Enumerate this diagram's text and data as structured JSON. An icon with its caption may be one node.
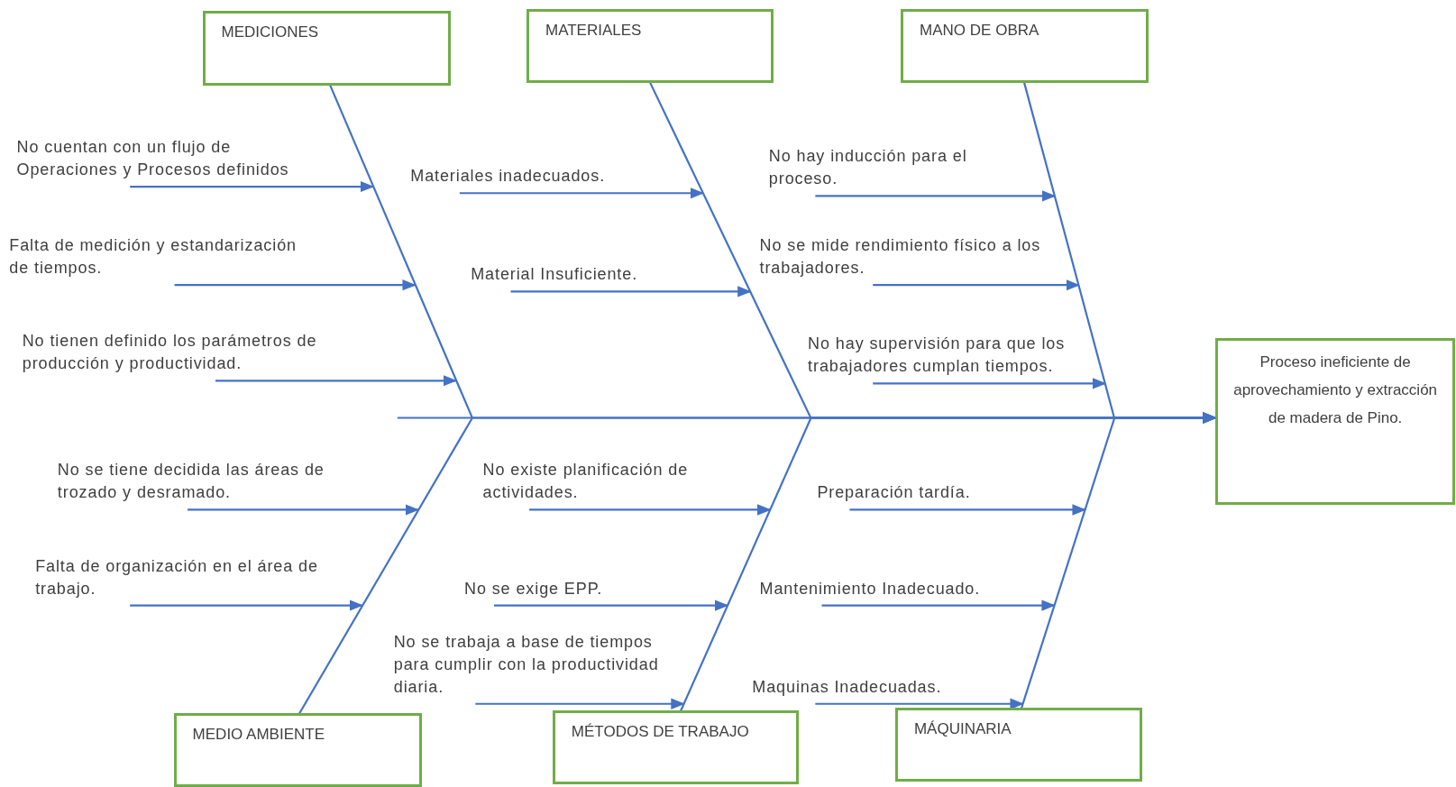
{
  "diagram": {
    "nodes": [
      {
        "text": [
          "MEDICIONES"
        ]
      },
      {
        "text": [
          "MATERIALES"
        ]
      },
      {
        "text": [
          "MANO DE OBRA"
        ]
      },
      {
        "text": [
          "Proceso ineficiente de aprovechamiento y extracción de madera de Pino."
        ]
      },
      {
        "text": [
          "MEDIO AMBIENTE"
        ]
      },
      {
        "text": [
          "MÉTODOS DE TRABAJO"
        ]
      },
      {
        "text": [
          "MÁQUINARIA"
        ]
      },
      {
        "text": [
          "No cuentan con un flujo de Operaciones y Procesos definidos"
        ]
      },
      {
        "text": [
          "Falta de medición y estandarización de tiempos."
        ]
      },
      {
        "text": [
          "No tienen definido los parámetros de producción y productividad."
        ]
      },
      {
        "text": [
          "Materiales inadecuados."
        ]
      },
      {
        "text": [
          "Material Insuficiente."
        ]
      },
      {
        "text": [
          "No hay inducción para el proceso."
        ]
      },
      {
        "text": [
          "No se mide rendimiento físico a los trabajadores."
        ]
      },
      {
        "text": [
          "No hay supervisión para que los trabajadores cumplan tiempos."
        ]
      },
      {
        "text": [
          "No se tiene decidida las áreas de trozado y desramado."
        ]
      },
      {
        "text": [
          "Falta de organización en el área de trabajo."
        ]
      },
      {
        "text": [
          "No existe planificación de actividades."
        ]
      },
      {
        "text": [
          "No se exige EPP."
        ]
      },
      {
        "text": [
          "No se trabaja a base de tiempos para cumplir con la productividad diaria."
        ]
      },
      {
        "text": [
          "Preparación tardía."
        ]
      },
      {
        "text": [
          "Mantenimiento Inadecuado."
        ]
      },
      {
        "text": [
          "Maquinas Inadecuadas."
        ]
      }
    ],
    "edges": [
      {
        "from": 0,
        "to": 3,
        "arrow": "to"
      },
      {
        "from": 1,
        "to": 3,
        "arrow": "to"
      },
      {
        "from": 2,
        "to": 3,
        "arrow": "to"
      },
      {
        "from": 4,
        "to": 3,
        "arrow": "to"
      },
      {
        "from": 5,
        "to": 3,
        "arrow": "to"
      },
      {
        "from": 6,
        "to": 3,
        "arrow": "to"
      },
      {
        "from": 7,
        "to": 0,
        "arrow": "to"
      },
      {
        "from": 8,
        "to": 0,
        "arrow": "to"
      },
      {
        "from": 9,
        "to": 0,
        "arrow": "to"
      },
      {
        "from": 10,
        "to": 1,
        "arrow": "to"
      },
      {
        "from": 11,
        "to": 1,
        "arrow": "to"
      },
      {
        "from": 12,
        "to": 2,
        "arrow": "to"
      },
      {
        "from": 13,
        "to": 2,
        "arrow": "to"
      },
      {
        "from": 14,
        "to": 2,
        "arrow": "to"
      },
      {
        "from": 15,
        "to": 4,
        "arrow": "to"
      },
      {
        "from": 16,
        "to": 4,
        "arrow": "to"
      },
      {
        "from": 17,
        "to": 5,
        "arrow": "to"
      },
      {
        "from": 18,
        "to": 5,
        "arrow": "to"
      },
      {
        "from": 19,
        "to": 5,
        "arrow": "to"
      },
      {
        "from": 20,
        "to": 6,
        "arrow": "to"
      },
      {
        "from": 21,
        "to": 6,
        "arrow": "to"
      },
      {
        "from": 22,
        "to": 6,
        "arrow": "to"
      }
    ]
  }
}
